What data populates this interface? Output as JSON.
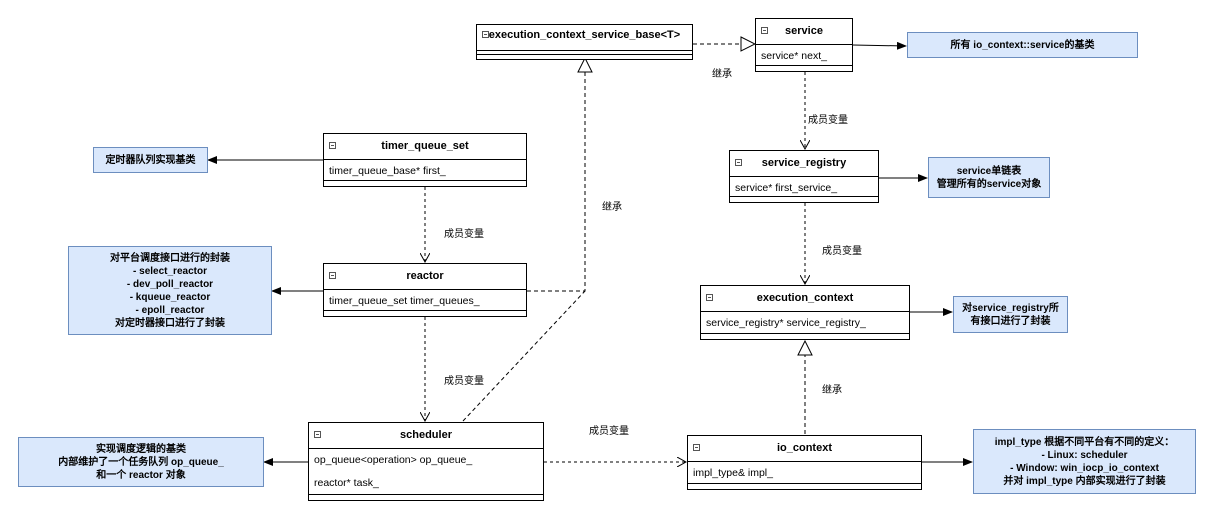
{
  "classes": {
    "ecsb": {
      "title": "execution_context_service_base<T>",
      "attrs": []
    },
    "service": {
      "title": "service",
      "attrs": [
        "service* next_"
      ]
    },
    "timer_queue_set": {
      "title": "timer_queue_set",
      "attrs": [
        "timer_queue_base* first_"
      ]
    },
    "service_registry": {
      "title": "service_registry",
      "attrs": [
        "service* first_service_"
      ]
    },
    "reactor": {
      "title": "reactor",
      "attrs": [
        "timer_queue_set timer_queues_"
      ]
    },
    "execution_context": {
      "title": "execution_context",
      "attrs": [
        "service_registry* service_registry_"
      ]
    },
    "scheduler": {
      "title": "scheduler",
      "attrs": [
        "op_queue<operation> op_queue_",
        "reactor* task_"
      ]
    },
    "io_context": {
      "title": "io_context",
      "attrs": [
        "impl_type& impl_"
      ]
    }
  },
  "notes": {
    "service_base": "所有 io_context::service的基类",
    "timer_base": "定时器队列实现基类",
    "registry_note": "service单链表\n管理所有的service对象",
    "reactor_note": "对平台调度接口进行的封装\n- select_reactor\n- dev_poll_reactor\n- kqueue_reactor\n- epoll_reactor\n对定时器接口进行了封装",
    "exec_note": "对service_registry所\n有接口进行了封装",
    "scheduler_note": "实现调度逻辑的基类\n内部维护了一个任务队列 op_queue_\n和一个 reactor 对象",
    "io_note": "impl_type 根据不同平台有不同的定义：\n- Linux: scheduler\n- Window: win_iocp_io_context\n并对 impl_type 内部实现进行了封装"
  },
  "edge_labels": {
    "inherit": "继承",
    "member": "成员变量"
  },
  "colors": {
    "note_fill": "#dae8fc",
    "note_border": "#6c8ebf",
    "line": "#000000"
  }
}
